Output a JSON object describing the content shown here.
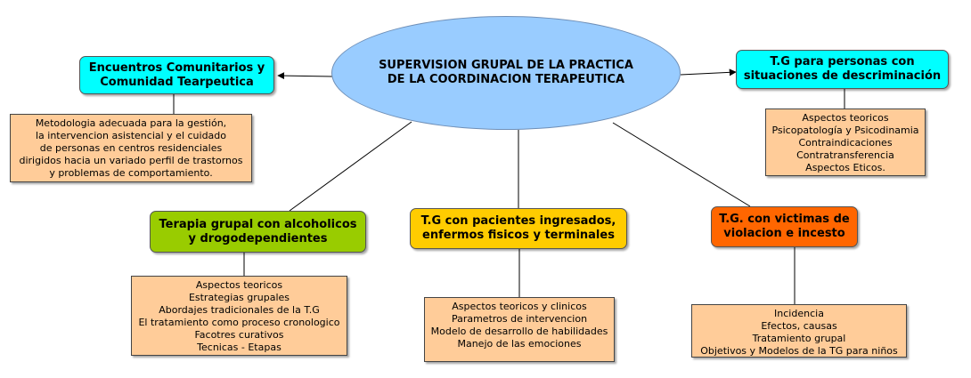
{
  "colors": {
    "center": "#99ccff",
    "cyan": "#00ffff",
    "green": "#99cc00",
    "yellow": "#ffcc00",
    "orange": "#ff6600",
    "note": "#ffcc99"
  },
  "center": {
    "text": "SUPERVISION GRUPAL DE LA PRACTICA\nDE LA COORDINACION TERAPEUTICA"
  },
  "nodes": {
    "encuentros": {
      "text": "Encuentros Comunitarios y\nComunidad Tearpeutica"
    },
    "discriminacion": {
      "text": "T.G para personas con\nsituaciones de descriminación"
    },
    "alcoholicos": {
      "text": "Terapia grupal con alcoholicos\ny drogodependientes"
    },
    "ingresados": {
      "text": "T.G con pacientes ingresados,\nenfermos fisicos y terminales"
    },
    "violacion": {
      "text": "T.G. con victimas de\nviolacion e incesto"
    }
  },
  "notes": {
    "encuentros": [
      "Metodologia adecuada para la gestión,",
      "la intervencion asistencial y el cuidado",
      "de personas en centros residenciales",
      "dirigidos hacia un variado perfil de trastornos",
      "y problemas de comportamiento."
    ],
    "discriminacion": [
      "Aspectos teoricos",
      "Psicopatología y Psicodinamia",
      "Contraindicaciones",
      "Contratransferencia",
      "Aspectos Eticos."
    ],
    "alcoholicos": [
      "Aspectos teoricos",
      "Estrategias grupales",
      "Abordajes tradicionales de la T.G",
      "El tratamiento como proceso cronologico",
      "Facotres curativos",
      "Tecnicas - Etapas"
    ],
    "ingresados": [
      "Aspectos teoricos y clinicos",
      "Parametros de intervencion",
      "Modelo de desarrollo de habilidades",
      "Manejo de las emociones"
    ],
    "violacion": [
      "Incidencia",
      "Efectos, causas",
      "Tratamiento grupal",
      "Objetivos y Modelos de la TG para niños"
    ]
  }
}
